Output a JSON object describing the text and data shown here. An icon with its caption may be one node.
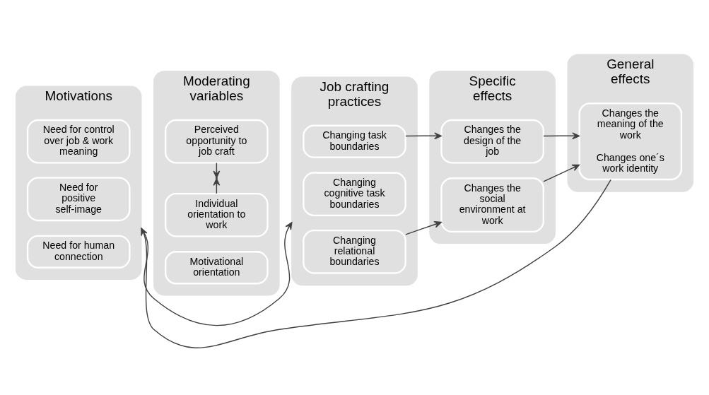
{
  "diagram": {
    "nodes": [
      {
        "text": [
          "Motivations"
        ]
      },
      {
        "text": [
          "Need for control over job & work meaning"
        ],
        "in": 0
      },
      {
        "text": [
          "Need for positive self-image"
        ],
        "in": 0
      },
      {
        "text": [
          "Need for human connection"
        ],
        "in": 0
      },
      {
        "text": [
          "Moderating variables"
        ]
      },
      {
        "text": [
          "Perceived opportunity to job craft"
        ],
        "in": 4
      },
      {
        "text": [
          "Individual orientation to work"
        ],
        "in": 4
      },
      {
        "text": [
          "Motivational orientation"
        ],
        "in": 4
      },
      {
        "text": [
          "Job crafting practices"
        ]
      },
      {
        "text": [
          "Changing task boundaries"
        ],
        "in": 8
      },
      {
        "text": [
          "Changing cognitive task boundaries"
        ],
        "in": 8
      },
      {
        "text": [
          "Changing relational boundaries"
        ],
        "in": 8
      },
      {
        "text": [
          "Specific effects"
        ]
      },
      {
        "text": [
          "Changes the design of the job"
        ],
        "in": 12
      },
      {
        "text": [
          "Changes the social environment at work"
        ],
        "in": 12
      },
      {
        "text": [
          "General effects"
        ]
      },
      {
        "text": [
          "Changes the meaning of the work",
          "Changes one´s work identity"
        ],
        "in": 15
      }
    ],
    "edges": [
      {
        "from": 0,
        "to": 8,
        "arrow": "to"
      },
      {
        "from": 5,
        "to": null,
        "arrow": "to"
      },
      {
        "from": 6,
        "to": null,
        "arrow": "to"
      },
      {
        "from": 9,
        "to": 13,
        "arrow": "to"
      },
      {
        "from": 11,
        "to": 14,
        "arrow": "to"
      },
      {
        "from": 13,
        "to": 16,
        "arrow": "to"
      },
      {
        "from": 14,
        "to": 16,
        "arrow": "to"
      },
      {
        "from": 16,
        "to": 0,
        "arrow": "to"
      }
    ]
  }
}
